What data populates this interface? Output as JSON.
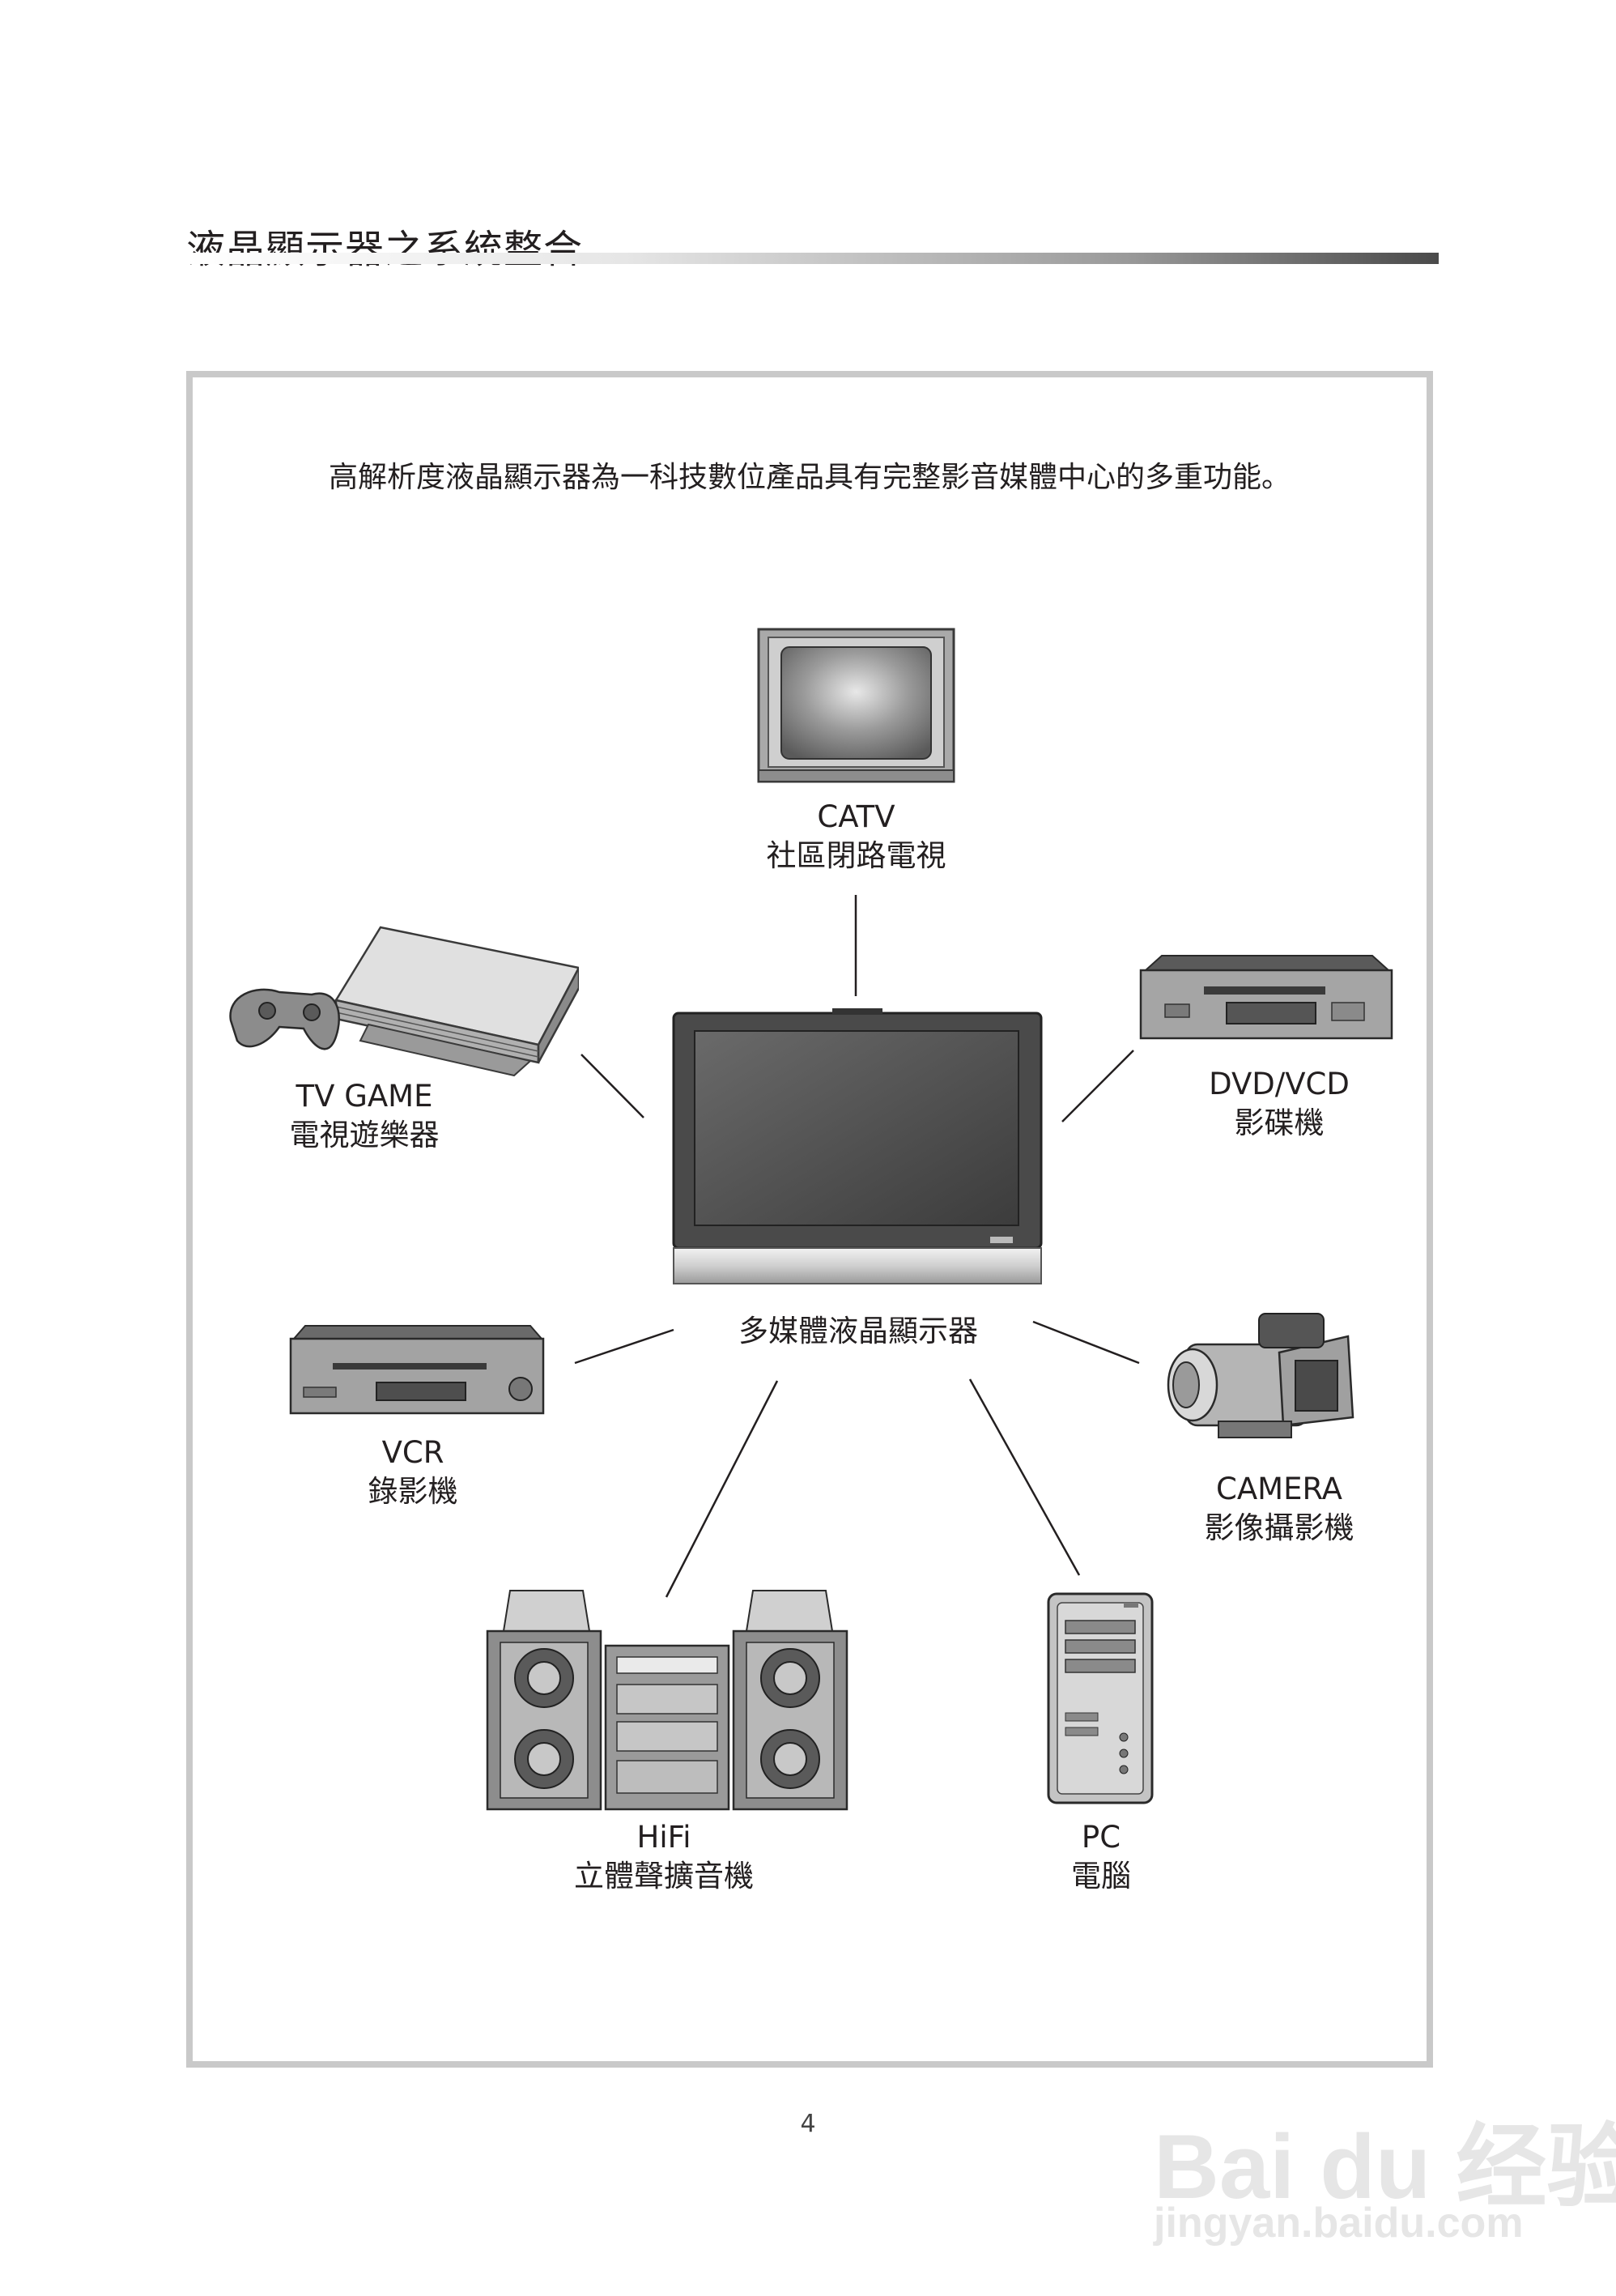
{
  "page": {
    "title": "液晶顯示器之系統整合",
    "intro": "高解析度液晶顯示器為一科技數位產品具有完整影音媒體中心的多重功能。",
    "page_number": "4"
  },
  "center": {
    "label": "多媒體液晶顯示器"
  },
  "devices": {
    "catv": {
      "line1": "CATV",
      "line2": "社區閉路電視"
    },
    "tvgame": {
      "line1": "TV GAME",
      "line2": "電視遊樂器"
    },
    "dvd": {
      "line1": "DVD/VCD",
      "line2": "影碟機"
    },
    "vcr": {
      "line1": "VCR",
      "line2": "錄影機"
    },
    "camera": {
      "line1": "CAMERA",
      "line2": "影像攝影機"
    },
    "hifi": {
      "line1": "HiFi",
      "line2": "立體聲擴音機"
    },
    "pc": {
      "line1": "PC",
      "line2": "電腦"
    }
  },
  "watermark": {
    "brand": "Bai du 经验",
    "url": "jingyan.baidu.com"
  },
  "colors": {
    "frame": "#c9c9c9",
    "text": "#231f20",
    "device_gray": "#8c8c8c"
  }
}
